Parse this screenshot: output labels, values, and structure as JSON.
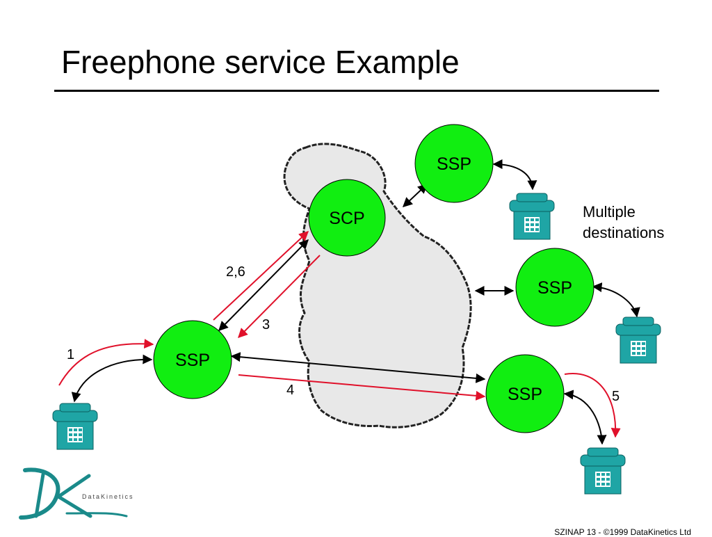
{
  "title": "Freephone service Example",
  "nodes": {
    "ssp_origin": "SSP",
    "scp": "SCP",
    "ssp_top": "SSP",
    "ssp_middle": "SSP",
    "ssp_bottom": "SSP"
  },
  "steps": {
    "step1": "1",
    "step26": "2,6",
    "step3": "3",
    "step4": "4",
    "step5": "5"
  },
  "note": {
    "line1": "Multiple",
    "line2": "destinations"
  },
  "logo": {
    "text": "DataKinetics"
  },
  "footer": "SZINAP 13 - ©1999 DataKinetics Ltd",
  "colors": {
    "node_fill": "#11ee11",
    "signal_arrow": "#e0102a",
    "phone": "#1fa5a5",
    "cloud_fill": "#e8e8e8",
    "logo": "#1a8a8a"
  }
}
